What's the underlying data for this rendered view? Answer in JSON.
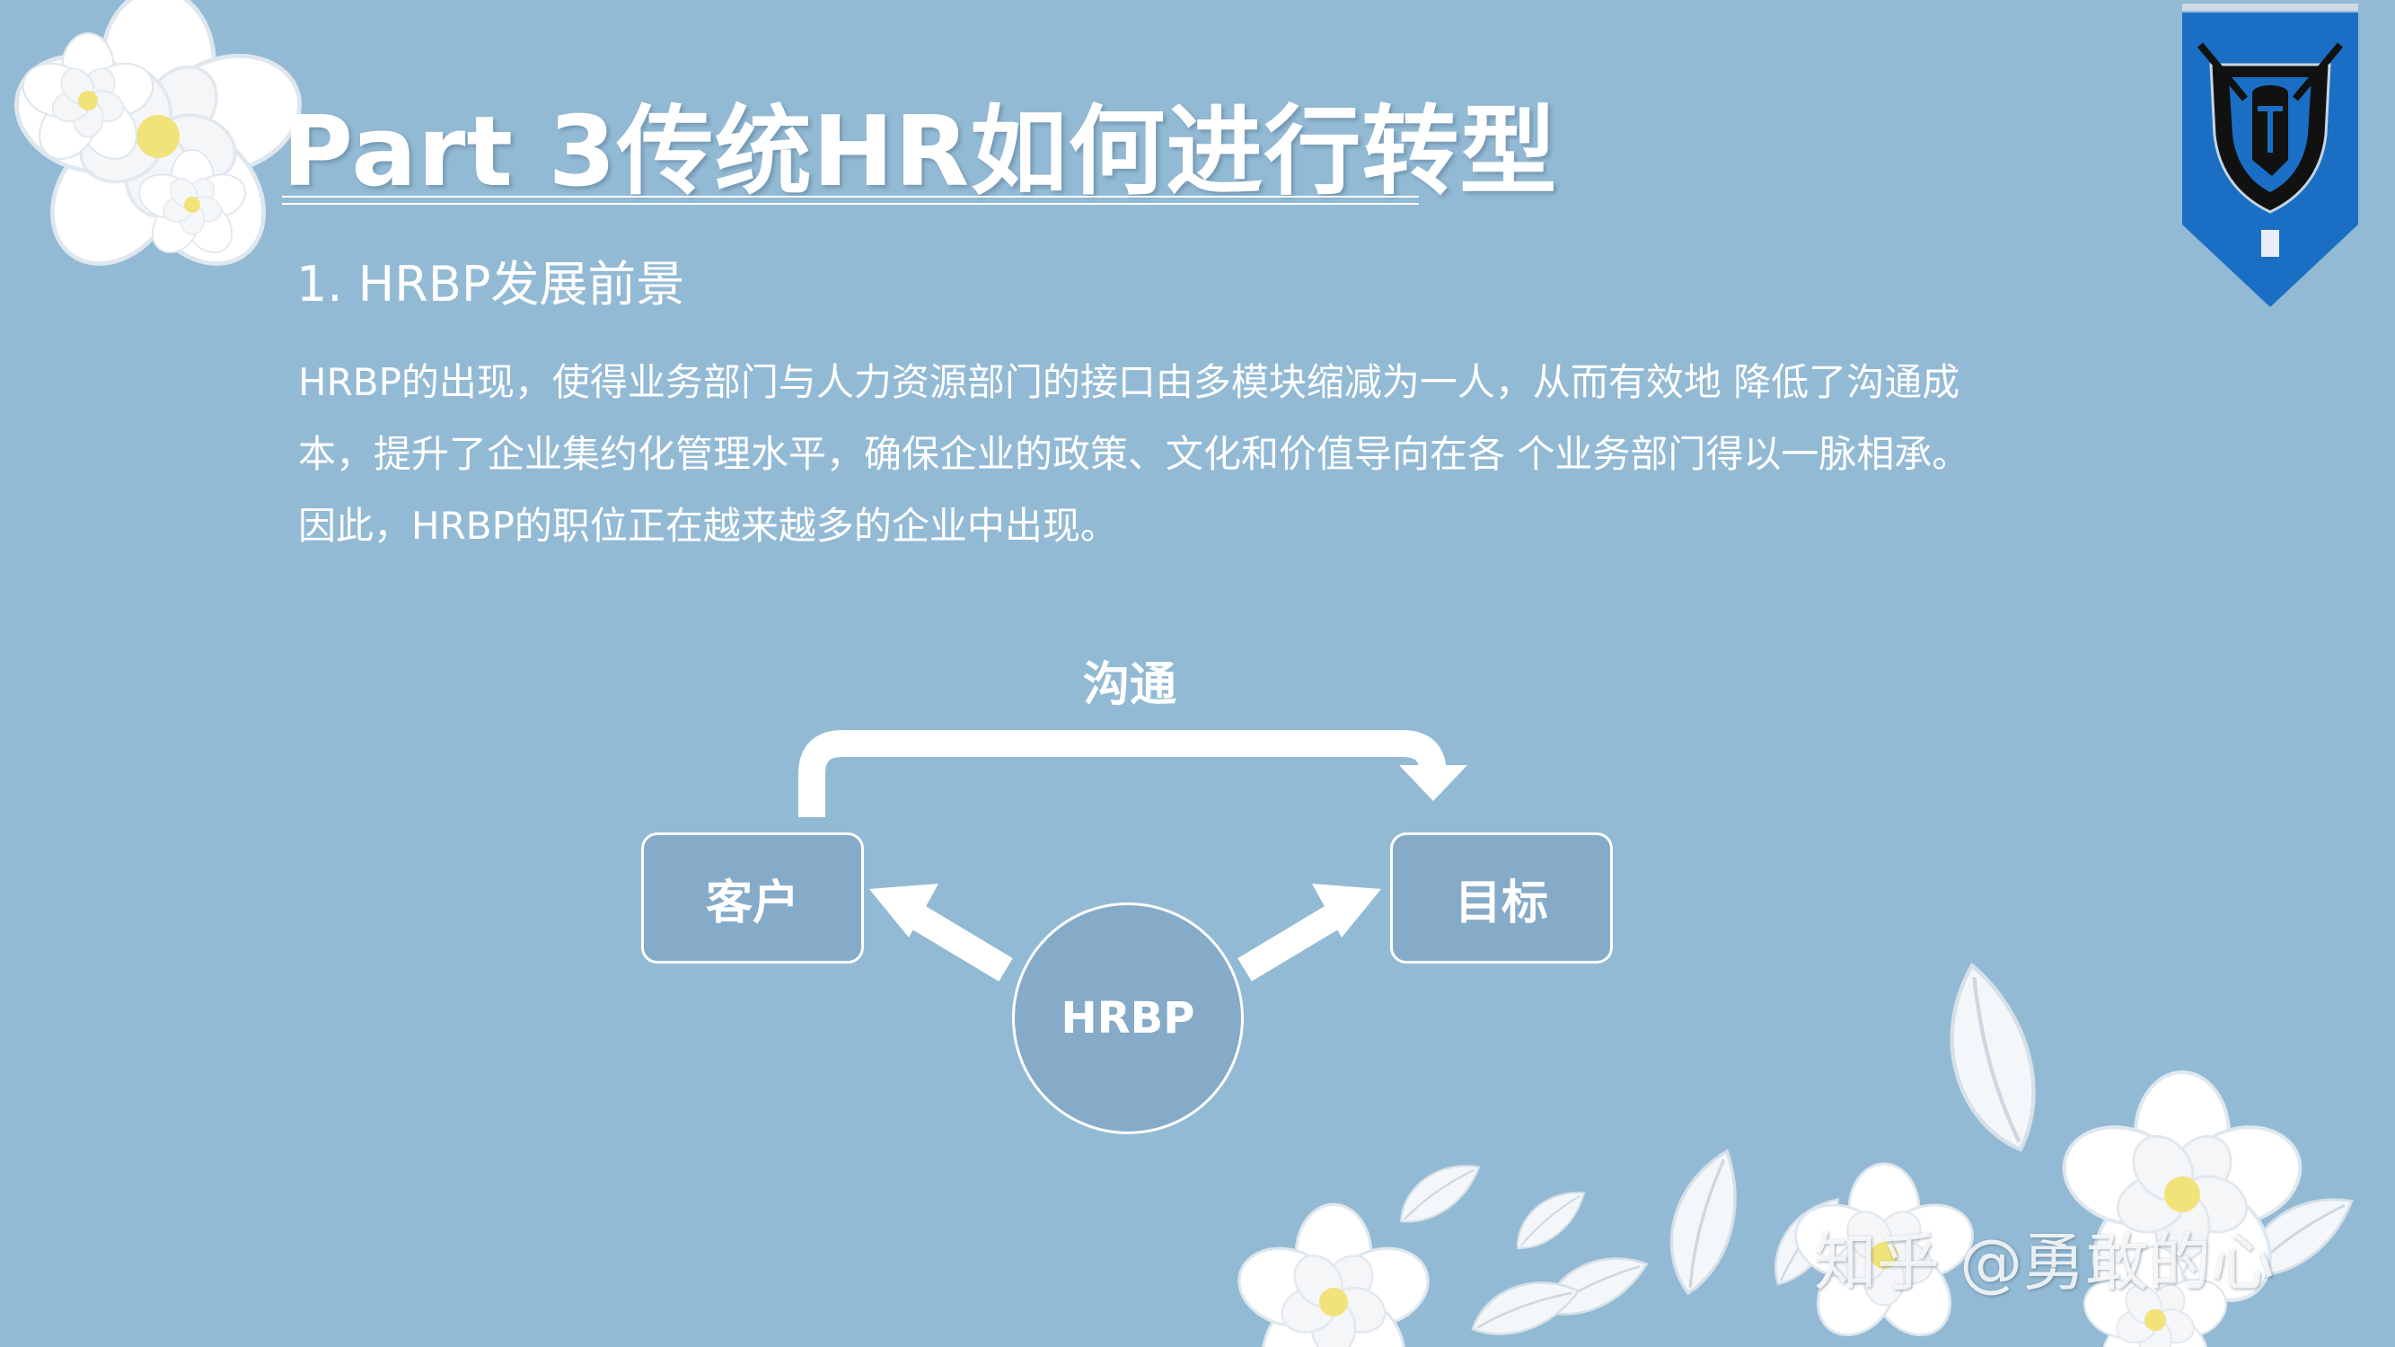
{
  "slide": {
    "title": "Part 3传统HR如何进行转型",
    "subtitle": "1. HRBP发展前景",
    "paragraph_lines": [
      "HRBP的出现，使得业务部门与人力资源部门的接口由多模块缩减为一人，从而有效地 降低了沟通成",
      "本，提升了企业集约化管理水平，确保企业的政策、文化和价值导向在各 个业务部门得以一脉相承。",
      "因此，HRBP的职位正在越来越多的企业中出现。"
    ]
  },
  "diagram": {
    "nodes": {
      "customer": "客户",
      "target": "目标",
      "center": "HRBP"
    },
    "edge_label": "沟通",
    "edges": [
      {
        "from": "center",
        "to": "customer"
      },
      {
        "from": "center",
        "to": "target"
      },
      {
        "from": "customer",
        "to": "target",
        "label": "沟通"
      }
    ]
  },
  "decor": {
    "badge_icon": "spartan-shield-icon",
    "flower_icon": "paper-flower-icon",
    "leaf_icon": "paper-leaf-icon"
  },
  "watermark": "知乎 @勇敢的心",
  "colors": {
    "background": "#93bad4",
    "node_fill": "#85abc8",
    "badge_blue": "#1a6fc4",
    "text": "#ffffff"
  }
}
